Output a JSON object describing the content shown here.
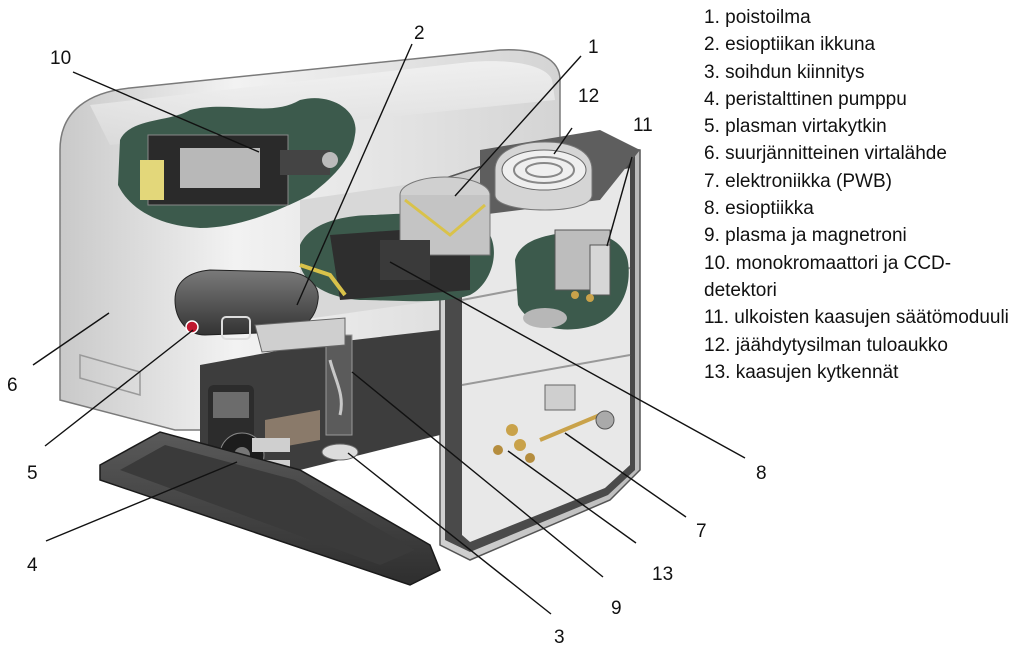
{
  "legend": [
    "1. poistoilma",
    "2. esioptiikan ikkuna",
    "3. soihdun kiinnitys",
    "4. peristalttinen pumppu",
    "5. plasman virtakytkin",
    "6. suurjännitteinen virtalähde",
    "7. elektroniikka (PWB)",
    "8. esioptiikka",
    "9. plasma ja magnetroni",
    "10. monokromaattori ja CCD-detektori",
    "11. ulkoisten kaasujen säätömoduuli",
    "12. jäähdytysilman tuloaukko",
    "13. kaasujen kytkennät"
  ],
  "callouts": [
    "1",
    "2",
    "3",
    "4",
    "5",
    "6",
    "7",
    "8",
    "9",
    "10",
    "11",
    "12",
    "13"
  ],
  "colors": {
    "cutaway": "#3c5a4c",
    "body_light": "#e6e6e6",
    "body_dark": "#4a4a4a",
    "indicator": "#c0182f"
  }
}
